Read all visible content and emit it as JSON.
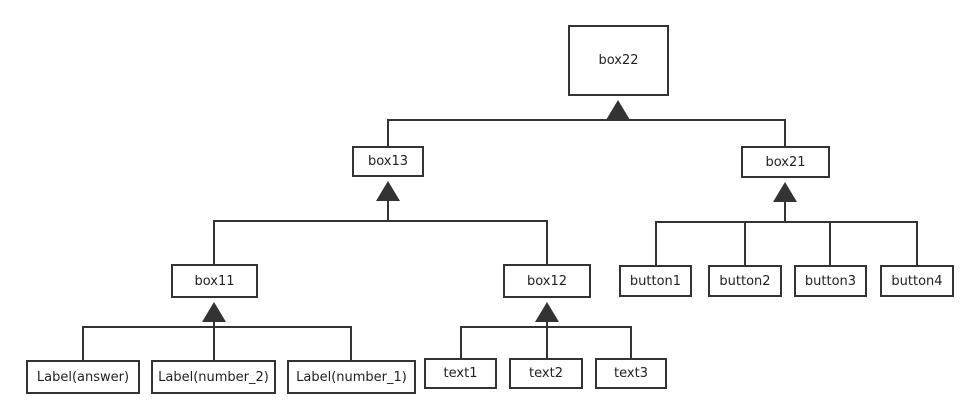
{
  "nodes": {
    "box22": "box22",
    "box13": "box13",
    "box21": "box21",
    "box11": "box11",
    "box12": "box12",
    "button1": "button1",
    "button2": "button2",
    "button3": "button3",
    "button4": "button4",
    "label_answer": "Label(answer)",
    "label_number_2": "Label(number_2)",
    "label_number_1": "Label(number_1)",
    "text1": "text1",
    "text2": "text2",
    "text3": "text3"
  },
  "colors": {
    "stroke": "#333333",
    "text": "#222222",
    "background": "#ffffff"
  }
}
